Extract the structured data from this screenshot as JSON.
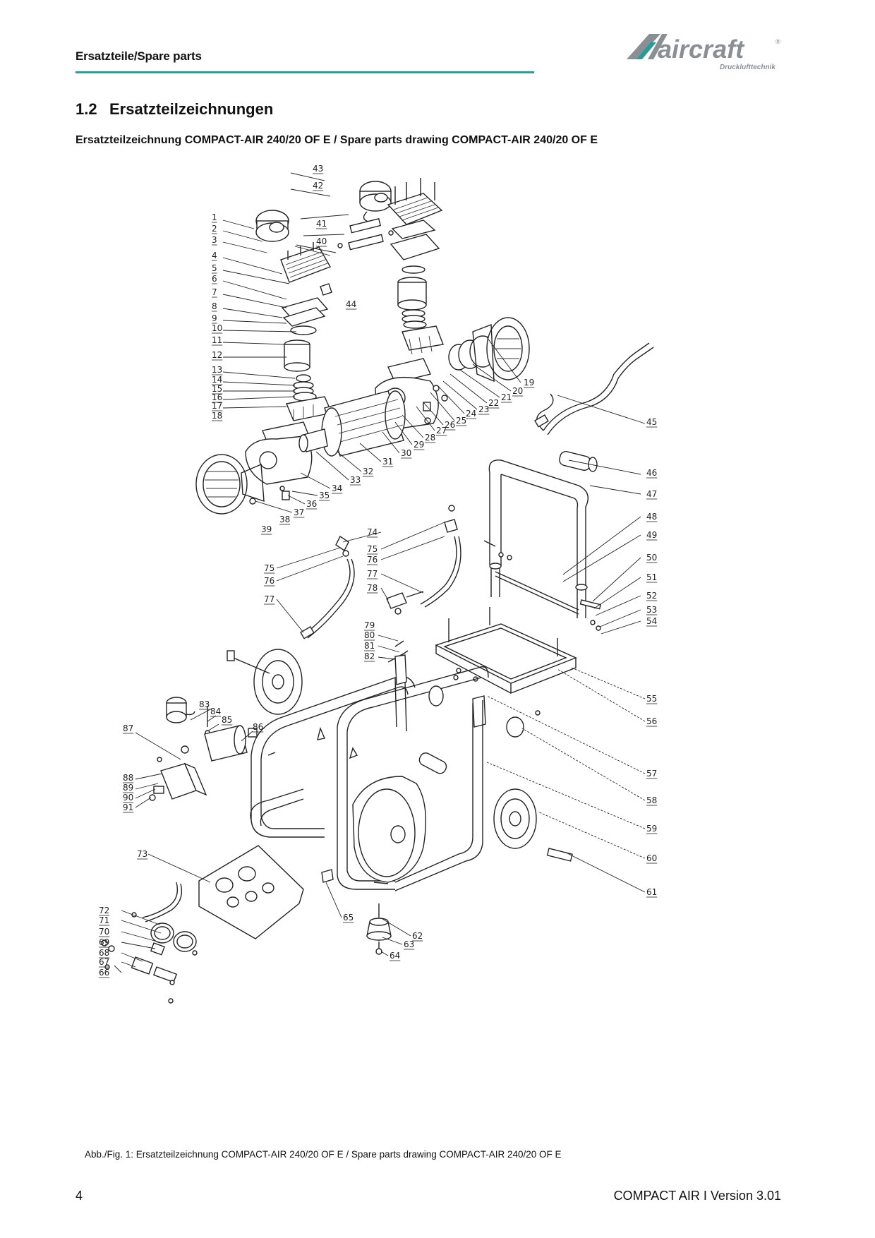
{
  "header": {
    "title": "Ersatzteile/Spare parts",
    "accent_color": "#2a9c97",
    "logo": {
      "brand": "aircraft",
      "registered": "®",
      "tagline": "Drucklufttechnik",
      "icon": "aircraft-logo-icon",
      "color": "#8a8f93"
    }
  },
  "section": {
    "number": "1.2",
    "title": "Ersatzteilzeichnungen"
  },
  "subtitle": "Ersatzteilzeichnung COMPACT-AIR 240/20 OF E / Spare parts drawing COMPACT-AIR 240/20 OF E",
  "drawing": {
    "labels": [
      "1",
      "2",
      "3",
      "4",
      "5",
      "6",
      "7",
      "8",
      "9",
      "10",
      "11",
      "12",
      "13",
      "14",
      "15",
      "16",
      "17",
      "18",
      "19",
      "20",
      "21",
      "22",
      "23",
      "24",
      "25",
      "26",
      "27",
      "28",
      "29",
      "30",
      "31",
      "32",
      "33",
      "34",
      "35",
      "36",
      "37",
      "38",
      "39",
      "40",
      "41",
      "42",
      "43",
      "44",
      "45",
      "46",
      "47",
      "48",
      "49",
      "50",
      "51",
      "52",
      "53",
      "54",
      "55",
      "56",
      "57",
      "58",
      "59",
      "60",
      "61",
      "62",
      "63",
      "64",
      "65",
      "66",
      "67",
      "68",
      "69",
      "70",
      "71",
      "72",
      "73",
      "74",
      "75",
      "76",
      "77",
      "78",
      "79",
      "80",
      "81",
      "82",
      "83",
      "84",
      "85",
      "86",
      "87",
      "88",
      "89",
      "90",
      "91"
    ],
    "repeated_labels": [
      "75",
      "76",
      "77"
    ]
  },
  "caption": "Abb./Fig. 1: Ersatzteilzeichnung COMPACT-AIR 240/20 OF E / Spare parts drawing COMPACT-AIR 240/20 OF E",
  "footer": {
    "page": "4",
    "version": "COMPACT AIR I Version 3.01"
  }
}
